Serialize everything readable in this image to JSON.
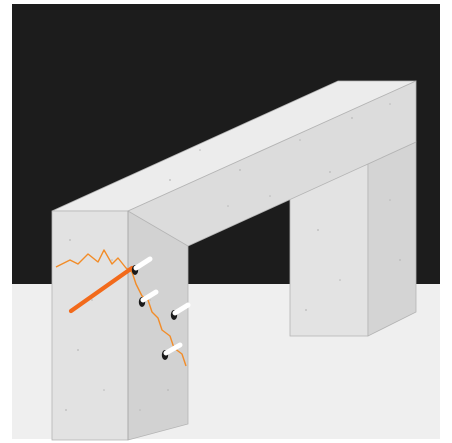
{
  "scene": {
    "description_text": "",
    "colors": {
      "background": "#ffffff",
      "backdrop": "#1c1c1c",
      "floor": "#efefef",
      "concrete_light": "#e6e6e6",
      "concrete_mid": "#dadada",
      "concrete_dark": "#cfcfcf",
      "edge": "#a9a9a9",
      "crack": "#f28c28",
      "rod": "#f26a1b",
      "anchor_hole": "#1a1a1a",
      "anchor_plug": "#ffffff"
    },
    "icons": [
      "crack-line",
      "injection-rod",
      "anchor-port"
    ]
  }
}
